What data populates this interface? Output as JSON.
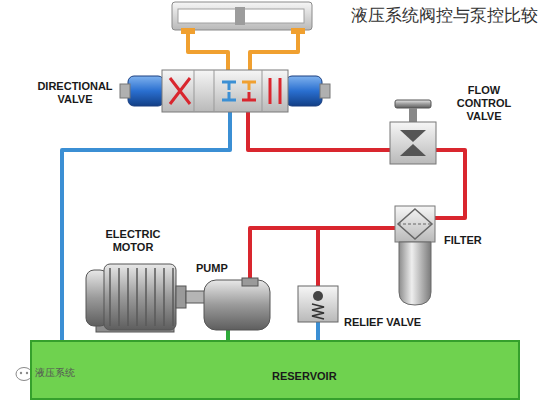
{
  "diagram": {
    "title": "液压系统阀控与泵控比较",
    "nodes": [
      {
        "text": [
          "RESERVOIR"
        ]
      }
    ],
    "labels": [
      "DIRECTIONAL VALVE",
      "FLOW CONTROL VALVE",
      "FILTER",
      "ELECTRIC MOTOR",
      "PUMP",
      "RELIEF VALVE",
      "液压系统"
    ]
  }
}
